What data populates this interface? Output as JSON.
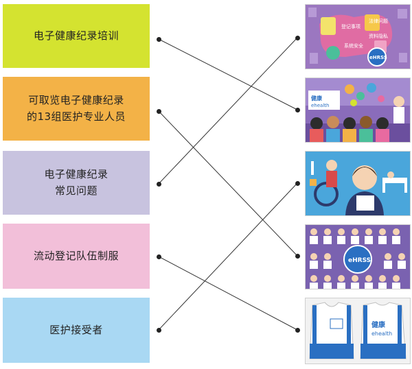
{
  "left_items": [
    {
      "id": "A",
      "label": "电子健康纪录培训",
      "color": "#d4e330"
    },
    {
      "id": "B",
      "label": "可取览电子健康纪录\n的13组医护专业人员",
      "color": "#f3b247"
    },
    {
      "id": "C",
      "label": "电子健康纪录\n常见问题",
      "color": "#c8c3df"
    },
    {
      "id": "D",
      "label": "流动登记队伍制服",
      "color": "#f2bfd9"
    },
    {
      "id": "E",
      "label": "医护接受者",
      "color": "#a9d8f3"
    }
  ],
  "right_images": [
    {
      "id": "1",
      "icon": "ehrss-privacy-illustration",
      "bg": "#9b77c0",
      "texts": {
        "t1": "法律问题",
        "t2": "登记事项",
        "t3": "资料隐私",
        "t4": "系统安全",
        "t5": "eHRSS"
      }
    },
    {
      "id": "2",
      "icon": "training-presentation-illustration",
      "bg": "#8a6cbb",
      "texts": {
        "t1": "健康",
        "t2": "ehealth"
      }
    },
    {
      "id": "3",
      "icon": "patients-illustration",
      "bg": "#4aa6db"
    },
    {
      "id": "4",
      "icon": "healthcare-professionals-grid",
      "bg": "#7a62b0",
      "texts": {
        "t1": "eHRSS"
      }
    },
    {
      "id": "5",
      "icon": "registration-vest-illustration",
      "bg": "#f2f2f2",
      "texts": {
        "t1": "健康",
        "t2": "ehealth"
      }
    }
  ],
  "connections": [
    {
      "from": 0,
      "to": 1
    },
    {
      "from": 1,
      "to": 3
    },
    {
      "from": 2,
      "to": 0
    },
    {
      "from": 3,
      "to": 4
    },
    {
      "from": 4,
      "to": 2
    }
  ]
}
